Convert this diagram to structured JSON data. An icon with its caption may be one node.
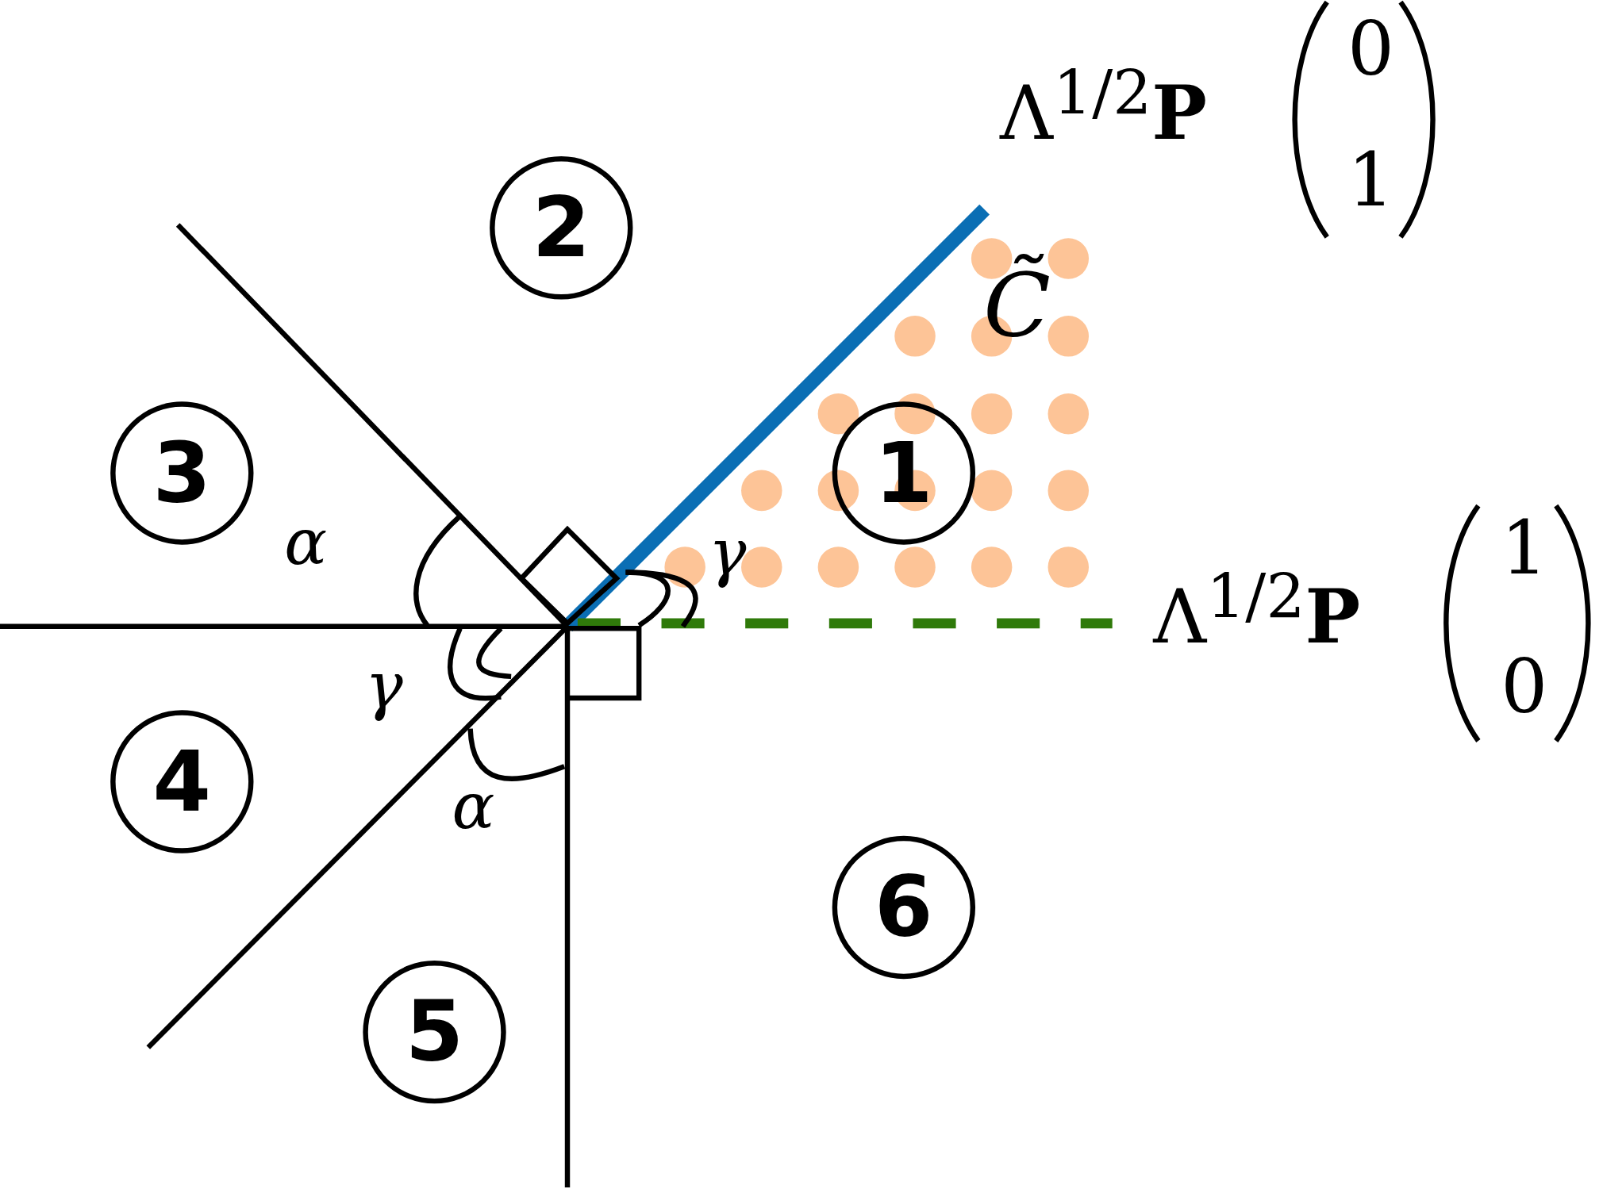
{
  "diagram": {
    "nodes": [
      {
        "text": [
          "2"
        ]
      },
      {
        "text": [
          "3"
        ]
      },
      {
        "text": [
          "1"
        ]
      },
      {
        "text": [
          "4"
        ]
      },
      {
        "text": [
          "6"
        ]
      },
      {
        "text": [
          "5"
        ]
      }
    ],
    "labels": [
      "Λ$^{1/2}$**P**",
      "0",
      "1",
      "C̃",
      "α",
      "γ",
      "Λ$^{1/2}$**P**",
      "1",
      "0",
      "γ",
      "α"
    ]
  }
}
